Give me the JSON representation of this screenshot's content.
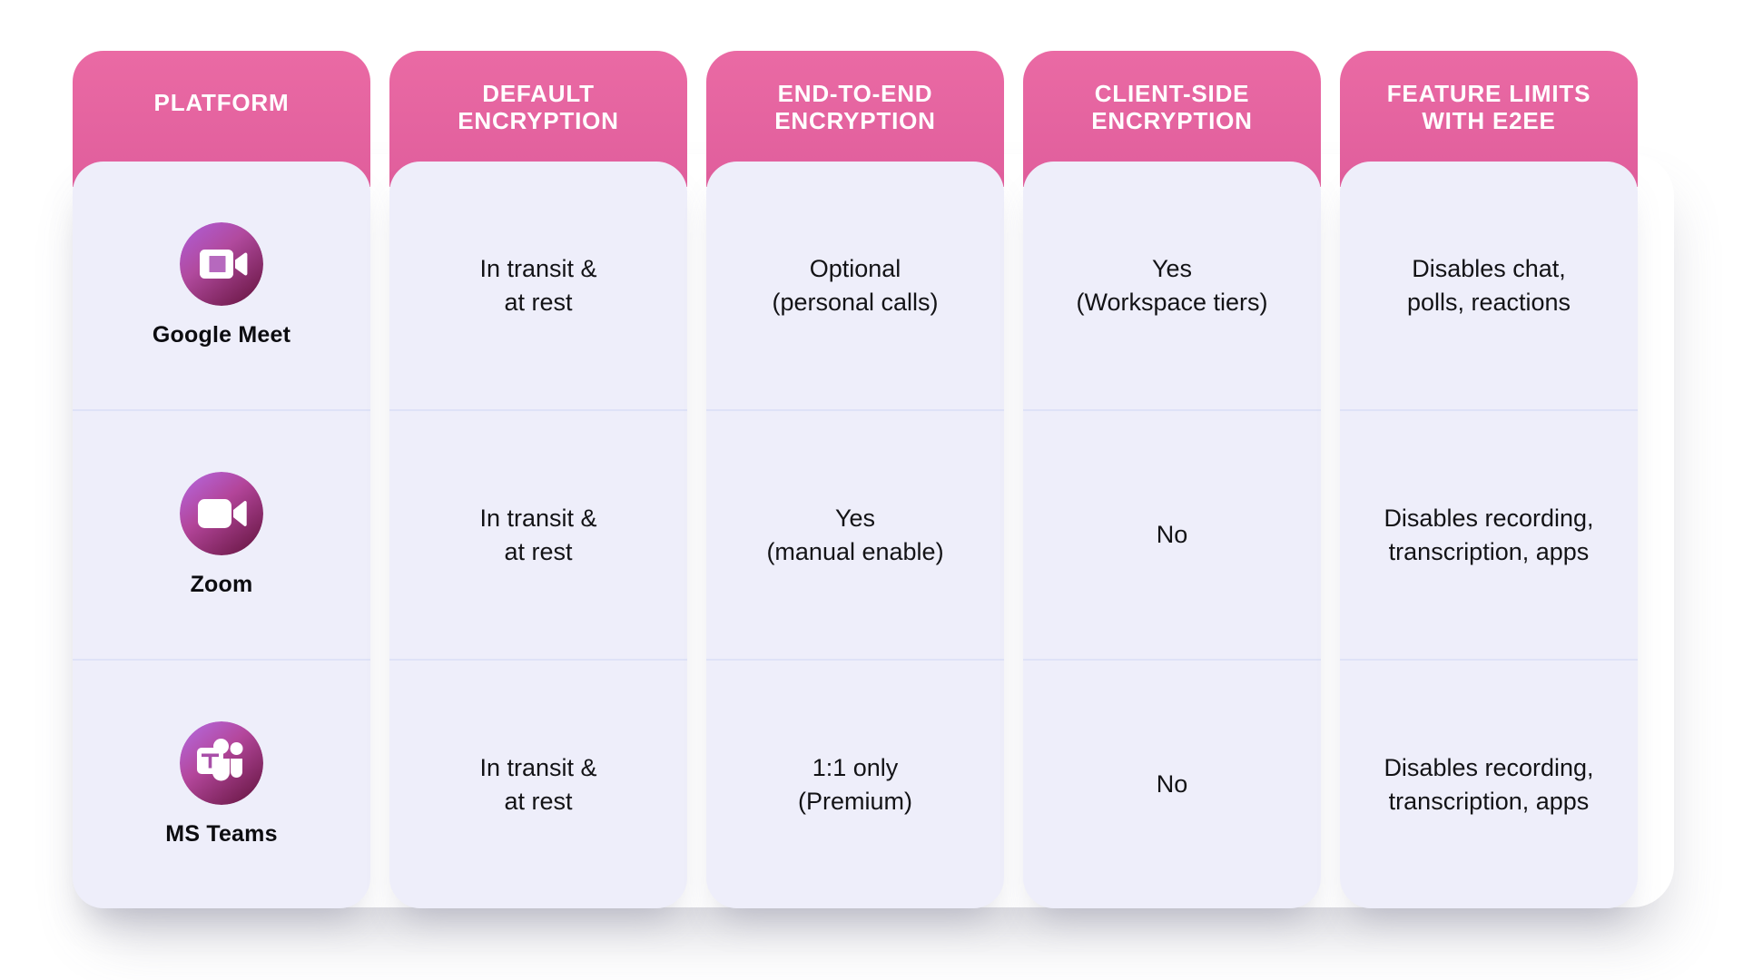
{
  "table": {
    "columns": [
      {
        "key": "platform",
        "header": "PLATFORM"
      },
      {
        "key": "default",
        "header": "DEFAULT\nENCRYPTION"
      },
      {
        "key": "e2ee",
        "header": "END-TO-END\nENCRYPTION"
      },
      {
        "key": "clientside",
        "header": "CLIENT-SIDE\nENCRYPTION"
      },
      {
        "key": "limits",
        "header": "FEATURE LIMITS\nWITH E2EE"
      }
    ],
    "rows": [
      {
        "platform": "Google Meet",
        "logo": "google-meet-logo",
        "default": "In transit &\nat rest",
        "e2ee": "Optional\n(personal calls)",
        "clientside": "Yes\n(Workspace tiers)",
        "limits": "Disables chat,\npolls, reactions"
      },
      {
        "platform": "Zoom",
        "logo": "zoom-logo",
        "default": "In transit &\nat rest",
        "e2ee": "Yes\n(manual enable)",
        "clientside": "No",
        "limits": "Disables recording,\ntranscription, apps"
      },
      {
        "platform": "MS Teams",
        "logo": "ms-teams-logo",
        "default": "In transit &\nat rest",
        "e2ee": "1:1 only\n(Premium)",
        "clientside": "No",
        "limits": "Disables recording,\ntranscription, apps"
      }
    ]
  },
  "colors": {
    "header_pink_top": "#ea6aa4",
    "header_pink_bottom": "#e05e9c",
    "card_lavender": "#eeeefa",
    "divider": "#dfe2f7",
    "text_dark": "#131316",
    "header_text": "#ffffff",
    "logo_gradient_start": "#a65ad6",
    "logo_gradient_end": "#7e1f55",
    "page_background": "#ffffff"
  }
}
